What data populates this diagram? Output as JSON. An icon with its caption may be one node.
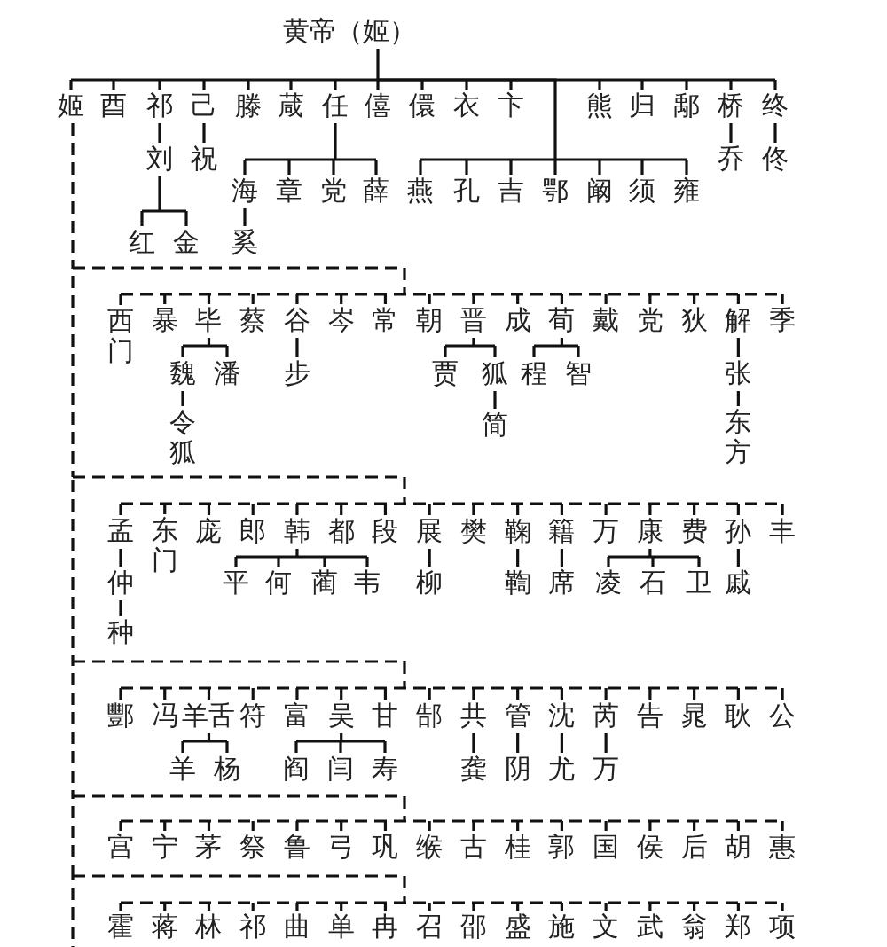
{
  "diagram": {
    "nodes": [
      {
        "text": [
          "黄帝（姬）"
        ]
      },
      {
        "text": [
          "姬"
        ]
      },
      {
        "text": [
          "酉"
        ]
      },
      {
        "text": [
          "祁"
        ]
      },
      {
        "text": [
          "己"
        ]
      },
      {
        "text": [
          "滕"
        ]
      },
      {
        "text": [
          "葴"
        ]
      },
      {
        "text": [
          "任"
        ]
      },
      {
        "text": [
          "僖"
        ]
      },
      {
        "text": [
          "儇"
        ]
      },
      {
        "text": [
          "衣"
        ]
      },
      {
        "text": [
          "卞"
        ]
      },
      {
        "text": [
          "熊"
        ]
      },
      {
        "text": [
          "归"
        ]
      },
      {
        "text": [
          "鄅"
        ]
      },
      {
        "text": [
          "桥"
        ]
      },
      {
        "text": [
          "终"
        ]
      },
      {
        "text": [
          "刘"
        ]
      },
      {
        "text": [
          "祝"
        ]
      },
      {
        "text": [
          "乔"
        ]
      },
      {
        "text": [
          "佟"
        ]
      },
      {
        "text": [
          "海"
        ]
      },
      {
        "text": [
          "章"
        ]
      },
      {
        "text": [
          "党"
        ]
      },
      {
        "text": [
          "薛"
        ]
      },
      {
        "text": [
          "燕"
        ]
      },
      {
        "text": [
          "孔"
        ]
      },
      {
        "text": [
          "吉"
        ]
      },
      {
        "text": [
          "鄂"
        ]
      },
      {
        "text": [
          "阚"
        ]
      },
      {
        "text": [
          "须"
        ]
      },
      {
        "text": [
          "雍"
        ]
      },
      {
        "text": [
          "红"
        ]
      },
      {
        "text": [
          "金"
        ]
      },
      {
        "text": [
          "奚"
        ]
      },
      {
        "text": [
          "西门"
        ]
      },
      {
        "text": [
          "暴"
        ]
      },
      {
        "text": [
          "毕"
        ]
      },
      {
        "text": [
          "蔡"
        ]
      },
      {
        "text": [
          "谷"
        ]
      },
      {
        "text": [
          "岑"
        ]
      },
      {
        "text": [
          "常"
        ]
      },
      {
        "text": [
          "朝"
        ]
      },
      {
        "text": [
          "晋"
        ]
      },
      {
        "text": [
          "成"
        ]
      },
      {
        "text": [
          "荀"
        ]
      },
      {
        "text": [
          "戴"
        ]
      },
      {
        "text": [
          "党"
        ]
      },
      {
        "text": [
          "狄"
        ]
      },
      {
        "text": [
          "解"
        ]
      },
      {
        "text": [
          "季"
        ]
      },
      {
        "text": [
          "魏"
        ]
      },
      {
        "text": [
          "潘"
        ]
      },
      {
        "text": [
          "步"
        ]
      },
      {
        "text": [
          "贾"
        ]
      },
      {
        "text": [
          "狐"
        ]
      },
      {
        "text": [
          "程"
        ]
      },
      {
        "text": [
          "智"
        ]
      },
      {
        "text": [
          "张"
        ]
      },
      {
        "text": [
          "令狐"
        ]
      },
      {
        "text": [
          "简"
        ]
      },
      {
        "text": [
          "东方"
        ]
      },
      {
        "text": [
          "孟"
        ]
      },
      {
        "text": [
          "东门"
        ]
      },
      {
        "text": [
          "庞"
        ]
      },
      {
        "text": [
          "郎"
        ]
      },
      {
        "text": [
          "韩"
        ]
      },
      {
        "text": [
          "都"
        ]
      },
      {
        "text": [
          "段"
        ]
      },
      {
        "text": [
          "展"
        ]
      },
      {
        "text": [
          "樊"
        ]
      },
      {
        "text": [
          "鞠"
        ]
      },
      {
        "text": [
          "籍"
        ]
      },
      {
        "text": [
          "万"
        ]
      },
      {
        "text": [
          "康"
        ]
      },
      {
        "text": [
          "费"
        ]
      },
      {
        "text": [
          "孙"
        ]
      },
      {
        "text": [
          "丰"
        ]
      },
      {
        "text": [
          "仲"
        ]
      },
      {
        "text": [
          "平"
        ]
      },
      {
        "text": [
          "何"
        ]
      },
      {
        "text": [
          "蔺"
        ]
      },
      {
        "text": [
          "韦"
        ]
      },
      {
        "text": [
          "柳"
        ]
      },
      {
        "text": [
          "鞫"
        ]
      },
      {
        "text": [
          "席"
        ]
      },
      {
        "text": [
          "凌"
        ]
      },
      {
        "text": [
          "石"
        ]
      },
      {
        "text": [
          "卫"
        ]
      },
      {
        "text": [
          "戚"
        ]
      },
      {
        "text": [
          "种"
        ]
      },
      {
        "text": [
          "酆"
        ]
      },
      {
        "text": [
          "冯"
        ]
      },
      {
        "text": [
          "羊舌"
        ]
      },
      {
        "text": [
          "符"
        ]
      },
      {
        "text": [
          "富"
        ]
      },
      {
        "text": [
          "吴"
        ]
      },
      {
        "text": [
          "甘"
        ]
      },
      {
        "text": [
          "郜"
        ]
      },
      {
        "text": [
          "共"
        ]
      },
      {
        "text": [
          "管"
        ]
      },
      {
        "text": [
          "沈"
        ]
      },
      {
        "text": [
          "芮"
        ]
      },
      {
        "text": [
          "告"
        ]
      },
      {
        "text": [
          "晁"
        ]
      },
      {
        "text": [
          "耿"
        ]
      },
      {
        "text": [
          "公"
        ]
      },
      {
        "text": [
          "羊"
        ]
      },
      {
        "text": [
          "杨"
        ]
      },
      {
        "text": [
          "阎"
        ]
      },
      {
        "text": [
          "闫"
        ]
      },
      {
        "text": [
          "寿"
        ]
      },
      {
        "text": [
          "龚"
        ]
      },
      {
        "text": [
          "阴"
        ]
      },
      {
        "text": [
          "尤"
        ]
      },
      {
        "text": [
          "万"
        ]
      },
      {
        "text": [
          "宫"
        ]
      },
      {
        "text": [
          "宁"
        ]
      },
      {
        "text": [
          "茅"
        ]
      },
      {
        "text": [
          "祭"
        ]
      },
      {
        "text": [
          "鲁"
        ]
      },
      {
        "text": [
          "弓"
        ]
      },
      {
        "text": [
          "巩"
        ]
      },
      {
        "text": [
          "缑"
        ]
      },
      {
        "text": [
          "古"
        ]
      },
      {
        "text": [
          "桂"
        ]
      },
      {
        "text": [
          "郭"
        ]
      },
      {
        "text": [
          "国"
        ]
      },
      {
        "text": [
          "侯"
        ]
      },
      {
        "text": [
          "后"
        ]
      },
      {
        "text": [
          "胡"
        ]
      },
      {
        "text": [
          "惠"
        ]
      },
      {
        "text": [
          "霍"
        ]
      },
      {
        "text": [
          "蒋"
        ]
      },
      {
        "text": [
          "林"
        ]
      },
      {
        "text": [
          "祁"
        ]
      },
      {
        "text": [
          "曲"
        ]
      },
      {
        "text": [
          "单"
        ]
      },
      {
        "text": [
          "冉"
        ]
      },
      {
        "text": [
          "召"
        ]
      },
      {
        "text": [
          "邵"
        ]
      },
      {
        "text": [
          "盛"
        ]
      },
      {
        "text": [
          "施"
        ]
      },
      {
        "text": [
          "文"
        ]
      },
      {
        "text": [
          "武"
        ]
      },
      {
        "text": [
          "翁"
        ]
      },
      {
        "text": [
          "郑"
        ]
      },
      {
        "text": [
          "项"
        ]
      }
    ],
    "edges": [
      {
        "from": 0,
        "to": 1,
        "arrow": "none"
      },
      {
        "from": 0,
        "to": 2,
        "arrow": "none"
      },
      {
        "from": 0,
        "to": 3,
        "arrow": "none"
      },
      {
        "from": 0,
        "to": 4,
        "arrow": "none"
      },
      {
        "from": 0,
        "to": 5,
        "arrow": "none"
      },
      {
        "from": 0,
        "to": 6,
        "arrow": "none"
      },
      {
        "from": 0,
        "to": 7,
        "arrow": "none"
      },
      {
        "from": 0,
        "to": 8,
        "arrow": "none"
      },
      {
        "from": 0,
        "to": 9,
        "arrow": "none"
      },
      {
        "from": 0,
        "to": 10,
        "arrow": "none"
      },
      {
        "from": 0,
        "to": 11,
        "arrow": "none"
      },
      {
        "from": 0,
        "to": 12,
        "arrow": "none"
      },
      {
        "from": 0,
        "to": 13,
        "arrow": "none"
      },
      {
        "from": 0,
        "to": 14,
        "arrow": "none"
      },
      {
        "from": 0,
        "to": 15,
        "arrow": "none"
      },
      {
        "from": 0,
        "to": 16,
        "arrow": "none"
      },
      {
        "from": 0,
        "to": 25,
        "arrow": "none"
      },
      {
        "from": 0,
        "to": 26,
        "arrow": "none"
      },
      {
        "from": 0,
        "to": 27,
        "arrow": "none"
      },
      {
        "from": 0,
        "to": 28,
        "arrow": "none"
      },
      {
        "from": 0,
        "to": 29,
        "arrow": "none"
      },
      {
        "from": 0,
        "to": 30,
        "arrow": "none"
      },
      {
        "from": 0,
        "to": 31,
        "arrow": "none"
      },
      {
        "from": 3,
        "to": 17,
        "arrow": "none"
      },
      {
        "from": 17,
        "to": 32,
        "arrow": "none"
      },
      {
        "from": 17,
        "to": 33,
        "arrow": "none"
      },
      {
        "from": 4,
        "to": 18,
        "arrow": "none"
      },
      {
        "from": 7,
        "to": 21,
        "arrow": "none"
      },
      {
        "from": 7,
        "to": 22,
        "arrow": "none"
      },
      {
        "from": 7,
        "to": 23,
        "arrow": "none"
      },
      {
        "from": 7,
        "to": 24,
        "arrow": "none"
      },
      {
        "from": 21,
        "to": 34,
        "arrow": "none"
      },
      {
        "from": 15,
        "to": 19,
        "arrow": "none"
      },
      {
        "from": 16,
        "to": 20,
        "arrow": "none"
      },
      {
        "from": 1,
        "to": 35,
        "arrow": "none",
        "style": "dashed"
      },
      {
        "from": 1,
        "to": 36,
        "arrow": "none",
        "style": "dashed"
      },
      {
        "from": 1,
        "to": 37,
        "arrow": "none",
        "style": "dashed"
      },
      {
        "from": 1,
        "to": 38,
        "arrow": "none",
        "style": "dashed"
      },
      {
        "from": 1,
        "to": 39,
        "arrow": "none",
        "style": "dashed"
      },
      {
        "from": 1,
        "to": 40,
        "arrow": "none",
        "style": "dashed"
      },
      {
        "from": 1,
        "to": 41,
        "arrow": "none",
        "style": "dashed"
      },
      {
        "from": 1,
        "to": 42,
        "arrow": "none",
        "style": "dashed"
      },
      {
        "from": 1,
        "to": 43,
        "arrow": "none",
        "style": "dashed"
      },
      {
        "from": 1,
        "to": 44,
        "arrow": "none",
        "style": "dashed"
      },
      {
        "from": 1,
        "to": 45,
        "arrow": "none",
        "style": "dashed"
      },
      {
        "from": 1,
        "to": 46,
        "arrow": "none",
        "style": "dashed"
      },
      {
        "from": 1,
        "to": 47,
        "arrow": "none",
        "style": "dashed"
      },
      {
        "from": 1,
        "to": 48,
        "arrow": "none",
        "style": "dashed"
      },
      {
        "from": 1,
        "to": 49,
        "arrow": "none",
        "style": "dashed"
      },
      {
        "from": 1,
        "to": 50,
        "arrow": "none",
        "style": "dashed"
      },
      {
        "from": 37,
        "to": 51,
        "arrow": "none"
      },
      {
        "from": 37,
        "to": 52,
        "arrow": "none"
      },
      {
        "from": 51,
        "to": 59,
        "arrow": "none"
      },
      {
        "from": 39,
        "to": 53,
        "arrow": "none"
      },
      {
        "from": 43,
        "to": 54,
        "arrow": "none"
      },
      {
        "from": 43,
        "to": 55,
        "arrow": "none"
      },
      {
        "from": 55,
        "to": 60,
        "arrow": "none"
      },
      {
        "from": 45,
        "to": 56,
        "arrow": "none"
      },
      {
        "from": 45,
        "to": 57,
        "arrow": "none"
      },
      {
        "from": 49,
        "to": 58,
        "arrow": "none"
      },
      {
        "from": 58,
        "to": 61,
        "arrow": "none"
      },
      {
        "from": 1,
        "to": 62,
        "arrow": "none",
        "style": "dashed"
      },
      {
        "from": 1,
        "to": 63,
        "arrow": "none",
        "style": "dashed"
      },
      {
        "from": 1,
        "to": 64,
        "arrow": "none",
        "style": "dashed"
      },
      {
        "from": 1,
        "to": 65,
        "arrow": "none",
        "style": "dashed"
      },
      {
        "from": 1,
        "to": 66,
        "arrow": "none",
        "style": "dashed"
      },
      {
        "from": 1,
        "to": 67,
        "arrow": "none",
        "style": "dashed"
      },
      {
        "from": 1,
        "to": 68,
        "arrow": "none",
        "style": "dashed"
      },
      {
        "from": 1,
        "to": 69,
        "arrow": "none",
        "style": "dashed"
      },
      {
        "from": 1,
        "to": 70,
        "arrow": "none",
        "style": "dashed"
      },
      {
        "from": 1,
        "to": 71,
        "arrow": "none",
        "style": "dashed"
      },
      {
        "from": 1,
        "to": 72,
        "arrow": "none",
        "style": "dashed"
      },
      {
        "from": 1,
        "to": 73,
        "arrow": "none",
        "style": "dashed"
      },
      {
        "from": 1,
        "to": 74,
        "arrow": "none",
        "style": "dashed"
      },
      {
        "from": 1,
        "to": 75,
        "arrow": "none",
        "style": "dashed"
      },
      {
        "from": 1,
        "to": 76,
        "arrow": "none",
        "style": "dashed"
      },
      {
        "from": 1,
        "to": 77,
        "arrow": "none",
        "style": "dashed"
      },
      {
        "from": 62,
        "to": 78,
        "arrow": "none"
      },
      {
        "from": 78,
        "to": 90,
        "arrow": "none"
      },
      {
        "from": 66,
        "to": 79,
        "arrow": "none"
      },
      {
        "from": 66,
        "to": 80,
        "arrow": "none"
      },
      {
        "from": 66,
        "to": 81,
        "arrow": "none"
      },
      {
        "from": 66,
        "to": 82,
        "arrow": "none"
      },
      {
        "from": 69,
        "to": 83,
        "arrow": "none"
      },
      {
        "from": 71,
        "to": 84,
        "arrow": "none"
      },
      {
        "from": 72,
        "to": 85,
        "arrow": "none"
      },
      {
        "from": 74,
        "to": 86,
        "arrow": "none"
      },
      {
        "from": 74,
        "to": 87,
        "arrow": "none"
      },
      {
        "from": 74,
        "to": 88,
        "arrow": "none"
      },
      {
        "from": 76,
        "to": 89,
        "arrow": "none"
      },
      {
        "from": 1,
        "to": 91,
        "arrow": "none",
        "style": "dashed"
      },
      {
        "from": 1,
        "to": 92,
        "arrow": "none",
        "style": "dashed"
      },
      {
        "from": 1,
        "to": 93,
        "arrow": "none",
        "style": "dashed"
      },
      {
        "from": 1,
        "to": 94,
        "arrow": "none",
        "style": "dashed"
      },
      {
        "from": 1,
        "to": 95,
        "arrow": "none",
        "style": "dashed"
      },
      {
        "from": 1,
        "to": 96,
        "arrow": "none",
        "style": "dashed"
      },
      {
        "from": 1,
        "to": 97,
        "arrow": "none",
        "style": "dashed"
      },
      {
        "from": 1,
        "to": 98,
        "arrow": "none",
        "style": "dashed"
      },
      {
        "from": 1,
        "to": 99,
        "arrow": "none",
        "style": "dashed"
      },
      {
        "from": 1,
        "to": 100,
        "arrow": "none",
        "style": "dashed"
      },
      {
        "from": 1,
        "to": 101,
        "arrow": "none",
        "style": "dashed"
      },
      {
        "from": 1,
        "to": 102,
        "arrow": "none",
        "style": "dashed"
      },
      {
        "from": 1,
        "to": 103,
        "arrow": "none",
        "style": "dashed"
      },
      {
        "from": 1,
        "to": 104,
        "arrow": "none",
        "style": "dashed"
      },
      {
        "from": 1,
        "to": 105,
        "arrow": "none",
        "style": "dashed"
      },
      {
        "from": 1,
        "to": 106,
        "arrow": "none",
        "style": "dashed"
      },
      {
        "from": 93,
        "to": 107,
        "arrow": "none"
      },
      {
        "from": 93,
        "to": 108,
        "arrow": "none"
      },
      {
        "from": 96,
        "to": 109,
        "arrow": "none"
      },
      {
        "from": 96,
        "to": 110,
        "arrow": "none"
      },
      {
        "from": 96,
        "to": 111,
        "arrow": "none"
      },
      {
        "from": 99,
        "to": 112,
        "arrow": "none"
      },
      {
        "from": 100,
        "to": 113,
        "arrow": "none"
      },
      {
        "from": 101,
        "to": 114,
        "arrow": "none"
      },
      {
        "from": 102,
        "to": 115,
        "arrow": "none"
      },
      {
        "from": 1,
        "to": 116,
        "arrow": "none",
        "style": "dashed"
      },
      {
        "from": 1,
        "to": 117,
        "arrow": "none",
        "style": "dashed"
      },
      {
        "from": 1,
        "to": 118,
        "arrow": "none",
        "style": "dashed"
      },
      {
        "from": 1,
        "to": 119,
        "arrow": "none",
        "style": "dashed"
      },
      {
        "from": 1,
        "to": 120,
        "arrow": "none",
        "style": "dashed"
      },
      {
        "from": 1,
        "to": 121,
        "arrow": "none",
        "style": "dashed"
      },
      {
        "from": 1,
        "to": 122,
        "arrow": "none",
        "style": "dashed"
      },
      {
        "from": 1,
        "to": 123,
        "arrow": "none",
        "style": "dashed"
      },
      {
        "from": 1,
        "to": 124,
        "arrow": "none",
        "style": "dashed"
      },
      {
        "from": 1,
        "to": 125,
        "arrow": "none",
        "style": "dashed"
      },
      {
        "from": 1,
        "to": 126,
        "arrow": "none",
        "style": "dashed"
      },
      {
        "from": 1,
        "to": 127,
        "arrow": "none",
        "style": "dashed"
      },
      {
        "from": 1,
        "to": 128,
        "arrow": "none",
        "style": "dashed"
      },
      {
        "from": 1,
        "to": 129,
        "arrow": "none",
        "style": "dashed"
      },
      {
        "from": 1,
        "to": 130,
        "arrow": "none",
        "style": "dashed"
      },
      {
        "from": 1,
        "to": 131,
        "arrow": "none",
        "style": "dashed"
      },
      {
        "from": 1,
        "to": 132,
        "arrow": "none",
        "style": "dashed"
      },
      {
        "from": 1,
        "to": 133,
        "arrow": "none",
        "style": "dashed"
      },
      {
        "from": 1,
        "to": 134,
        "arrow": "none",
        "style": "dashed"
      },
      {
        "from": 1,
        "to": 135,
        "arrow": "none",
        "style": "dashed"
      },
      {
        "from": 1,
        "to": 136,
        "arrow": "none",
        "style": "dashed"
      },
      {
        "from": 1,
        "to": 137,
        "arrow": "none",
        "style": "dashed"
      },
      {
        "from": 1,
        "to": 138,
        "arrow": "none",
        "style": "dashed"
      },
      {
        "from": 1,
        "to": 139,
        "arrow": "none",
        "style": "dashed"
      },
      {
        "from": 1,
        "to": 140,
        "arrow": "none",
        "style": "dashed"
      },
      {
        "from": 1,
        "to": 141,
        "arrow": "none",
        "style": "dashed"
      },
      {
        "from": 1,
        "to": 142,
        "arrow": "none",
        "style": "dashed"
      },
      {
        "from": 1,
        "to": 143,
        "arrow": "none",
        "style": "dashed"
      },
      {
        "from": 1,
        "to": 144,
        "arrow": "none",
        "style": "dashed"
      },
      {
        "from": 1,
        "to": 145,
        "arrow": "none",
        "style": "dashed"
      },
      {
        "from": 1,
        "to": 146,
        "arrow": "none",
        "style": "dashed"
      },
      {
        "from": 1,
        "to": 147,
        "arrow": "none",
        "style": "dashed"
      }
    ]
  }
}
